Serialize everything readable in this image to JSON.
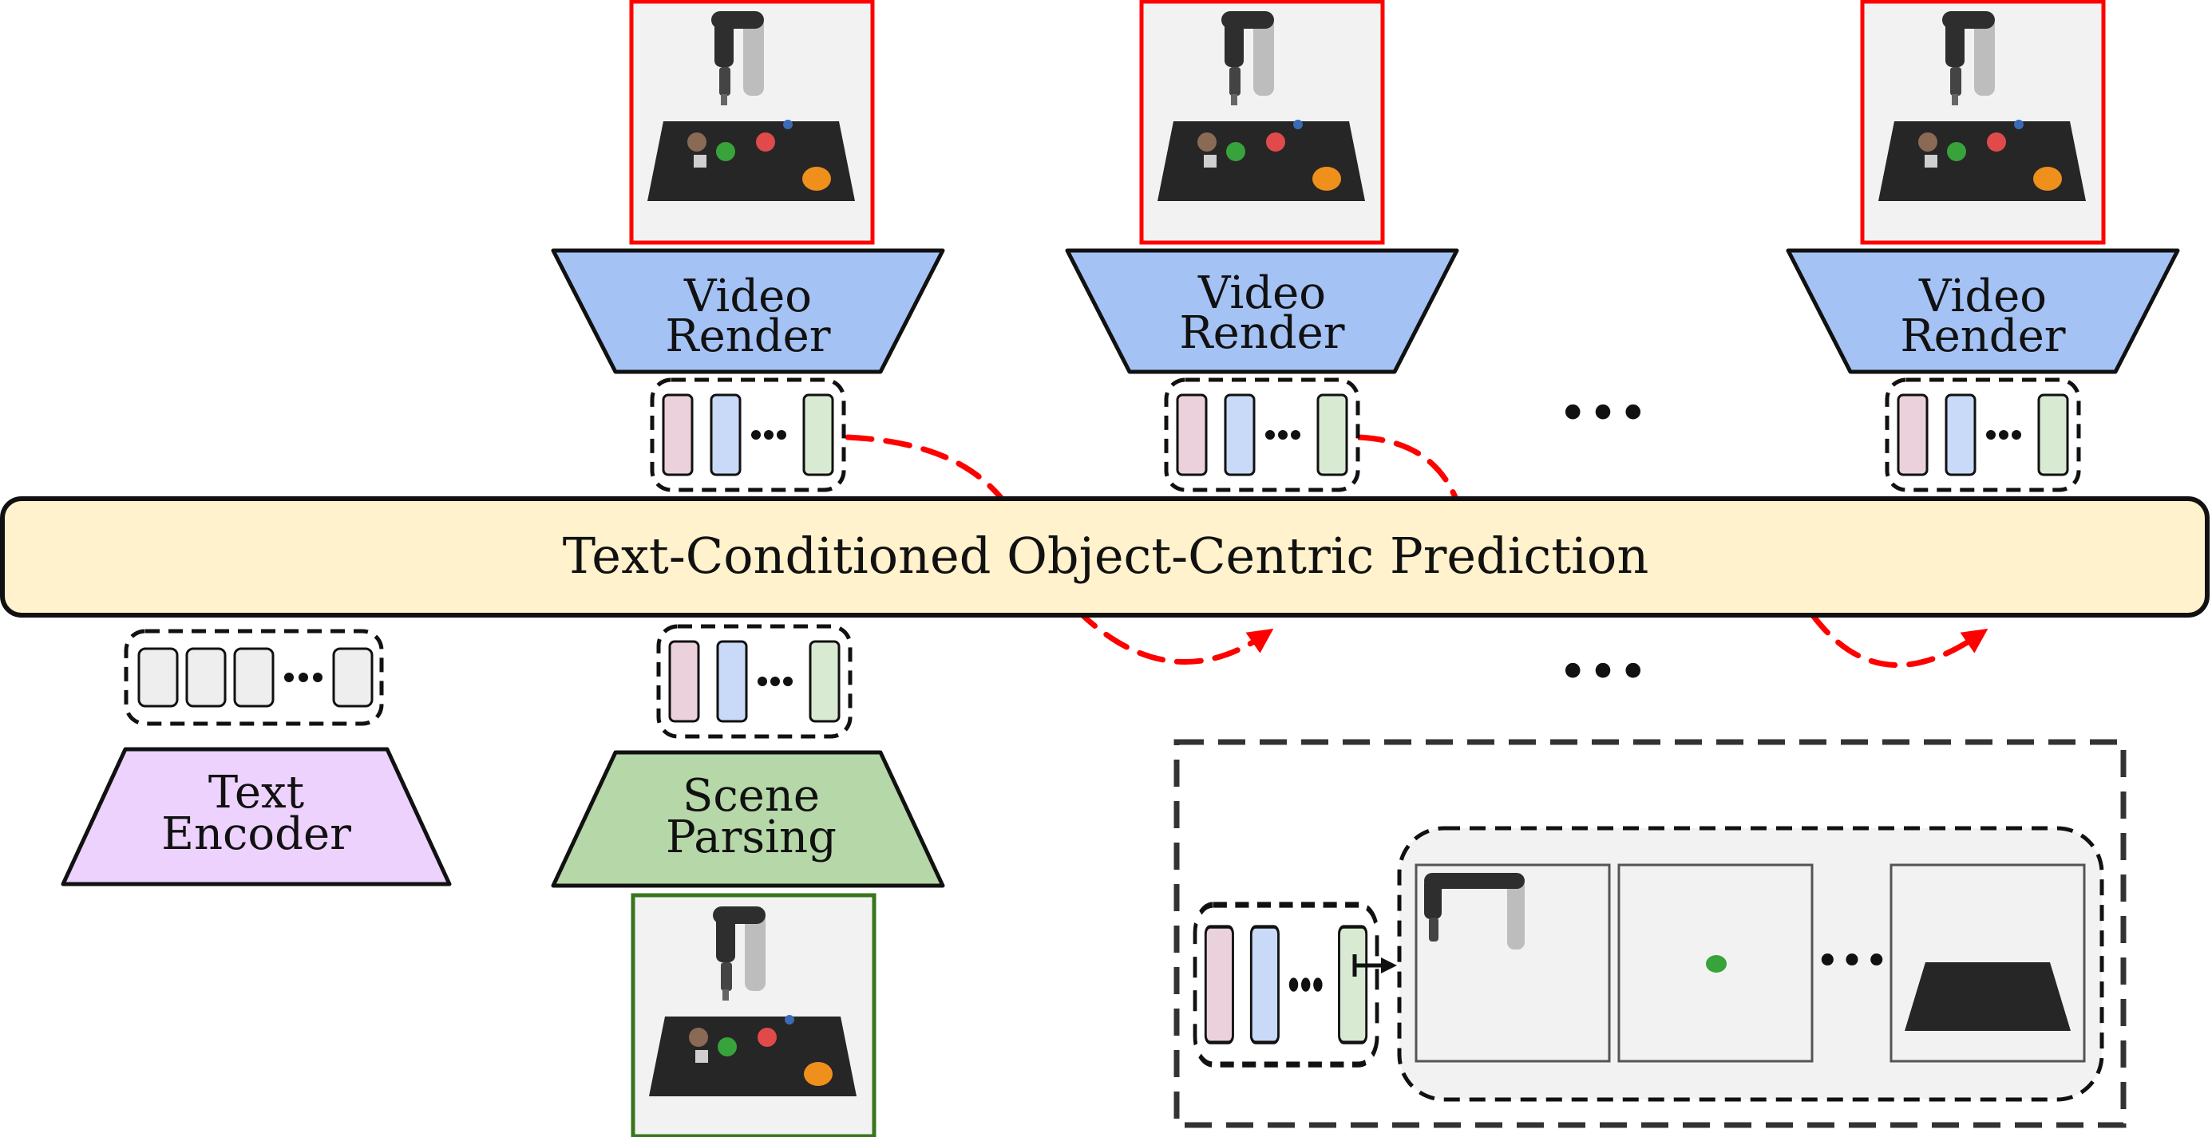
{
  "modules": {
    "video_render": {
      "line1": "Video",
      "line2": "Render"
    },
    "text_encoder": {
      "line1": "Text",
      "line2": "Encoder"
    },
    "scene_parsing": {
      "line1": "Scene",
      "line2": "Parsing"
    }
  },
  "predictor": {
    "label": "Text-Conditioned Object-Centric Prediction"
  },
  "ellipsis": "•••",
  "colors": {
    "video_render_fill": "#a4c2f4",
    "text_encoder_fill": "#ecd2fc",
    "scene_parsing_fill": "#b6d7a8",
    "predictor_fill": "#fff2cc",
    "slot_red": "#ead1dc",
    "slot_blue": "#c9daf8",
    "slot_green": "#d9ead3",
    "slot_gray": "#eeeeee",
    "prediction_frame": "#ff0000",
    "input_frame": "#38761d",
    "arrow": "#ff0000"
  }
}
